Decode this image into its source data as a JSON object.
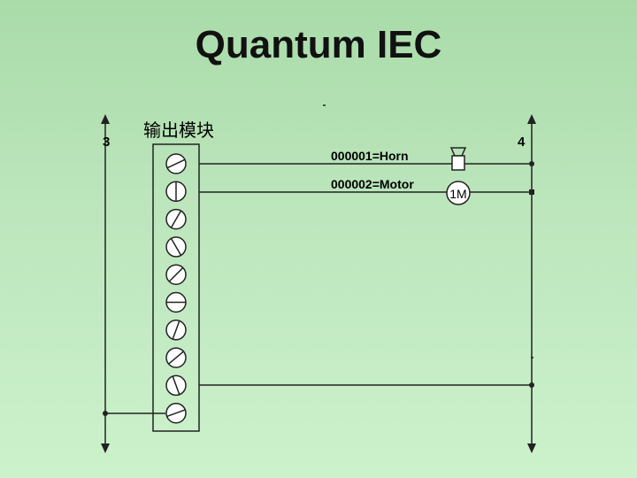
{
  "slide": {
    "title": "Quantum IEC"
  },
  "diagram": {
    "module_label": "输出模块",
    "rail_left_label": "3",
    "rail_right_label": "4",
    "outputs": [
      {
        "label": "000001=Horn"
      },
      {
        "label": "000002=Motor"
      }
    ],
    "motor_label": "1M",
    "terminal_count": 10
  },
  "colors": {
    "line": "#222222",
    "terminal_fill": "#ffffff"
  }
}
